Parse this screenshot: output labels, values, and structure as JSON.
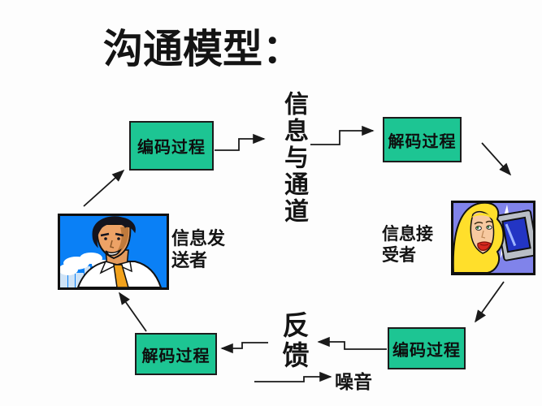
{
  "slide": {
    "title": "沟通模型：",
    "channel_label": "信息与通道",
    "feedback_label": "反馈",
    "noise_label": "噪音",
    "sender_label": "信息发送者",
    "receiver_label": "信息接受者",
    "boxes": {
      "encode_top": "编码过程",
      "decode_top": "解码过程",
      "decode_bottom": "解码过程",
      "encode_bottom": "编码过程"
    },
    "colors": {
      "process_box_green": "#1dc593",
      "arrow_black": "#1a1a1a",
      "sender_sky_blue": "#0a80f6",
      "receiver_purple": "#8083ea",
      "hair_yellow": "#ffdf2b",
      "tie_orange": "#f2a21c",
      "lips_red": "#d6281e"
    }
  }
}
